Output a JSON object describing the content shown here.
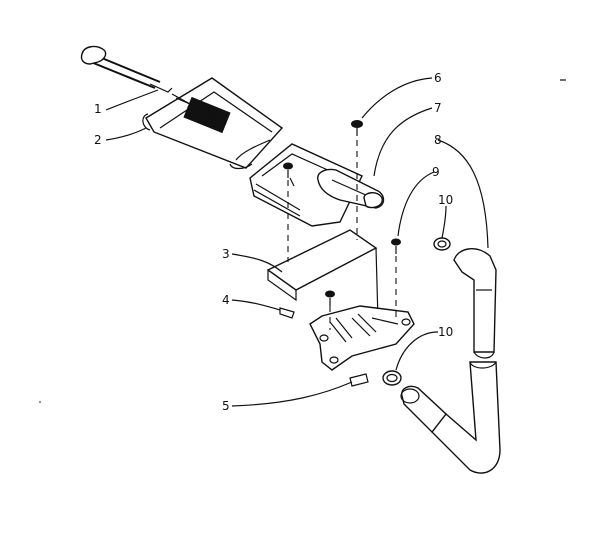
{
  "diagram": {
    "callouts": [
      {
        "id": "c1",
        "label": "1"
      },
      {
        "id": "c2",
        "label": "2"
      },
      {
        "id": "c3",
        "label": "3"
      },
      {
        "id": "c4",
        "label": "4"
      },
      {
        "id": "c5",
        "label": "5"
      },
      {
        "id": "c6",
        "label": "6"
      },
      {
        "id": "c7",
        "label": "7"
      },
      {
        "id": "c8",
        "label": "8"
      },
      {
        "id": "c9",
        "label": "9"
      },
      {
        "id": "c10a",
        "label": "10"
      },
      {
        "id": "c10b",
        "label": "10"
      }
    ]
  }
}
